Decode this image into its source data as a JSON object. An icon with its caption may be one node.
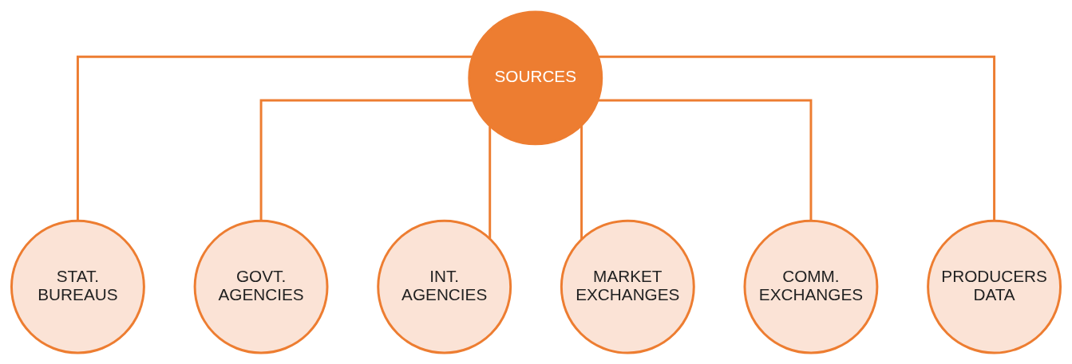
{
  "diagram": {
    "nodes": [
      {
        "text": [
          "SOURCES"
        ]
      },
      {
        "text": [
          "STAT. BUREAUS"
        ]
      },
      {
        "text": [
          "GOVT. AGENCIES"
        ]
      },
      {
        "text": [
          "INT. AGENCIES"
        ]
      },
      {
        "text": [
          "MARKET EXCHANGES"
        ]
      },
      {
        "text": [
          "COMM. EXCHANGES"
        ]
      },
      {
        "text": [
          "PRODUCERS DATA"
        ]
      }
    ],
    "edges": [
      {
        "from": 0,
        "to": 1,
        "arrow": "none"
      },
      {
        "from": 0,
        "to": 2,
        "arrow": "none"
      },
      {
        "from": 0,
        "to": 3,
        "arrow": "none"
      },
      {
        "from": 0,
        "to": 4,
        "arrow": "none"
      },
      {
        "from": 0,
        "to": 5,
        "arrow": "none"
      },
      {
        "from": 0,
        "to": 6,
        "arrow": "none"
      }
    ]
  }
}
